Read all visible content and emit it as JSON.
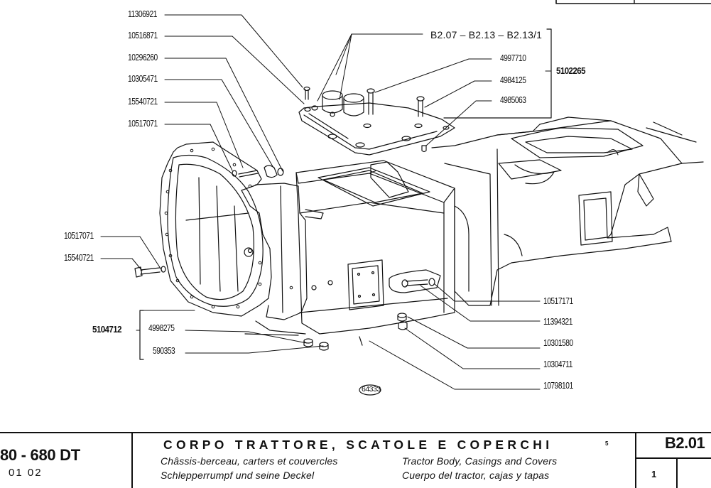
{
  "diagram": {
    "callouts_left": [
      {
        "part": "11306921"
      },
      {
        "part": "10516871"
      },
      {
        "part": "10296260"
      },
      {
        "part": "10305471"
      },
      {
        "part": "15540721"
      },
      {
        "part": "10517071"
      },
      {
        "part": "10517071"
      },
      {
        "part": "15540721"
      }
    ],
    "cover_refs": "B2.07 – B2.13 – B2.13/1",
    "callouts_cover": [
      {
        "part": "4997710"
      },
      {
        "part": "4984125"
      },
      {
        "part": "4985063"
      }
    ],
    "cover_assembly": "5102265",
    "bottom_assembly": "5104712",
    "bottom_assembly_parts": [
      {
        "part": "4998275"
      },
      {
        "part": "590353"
      }
    ],
    "callouts_right": [
      {
        "part": "10517171"
      },
      {
        "part": "11394321"
      },
      {
        "part": "10301580"
      },
      {
        "part": "10304711"
      },
      {
        "part": "10798101"
      }
    ],
    "figure_number": "64333"
  },
  "title_block": {
    "model": "80 - 680 DT",
    "model_code": "01   02",
    "title_it": "CORPO TRATTORE, SCATOLE E COPERCHI",
    "title_fr": "Châssis-berceau, carters et couvercles",
    "title_de": "Schlepperrumpf  und seine Deckel",
    "title_en": "Tractor Body, Casings and Covers",
    "title_es": "Cuerpo del tractor, cajas y tapas",
    "note_mark": "5",
    "sheet_code": "B2.01",
    "page": "1"
  }
}
